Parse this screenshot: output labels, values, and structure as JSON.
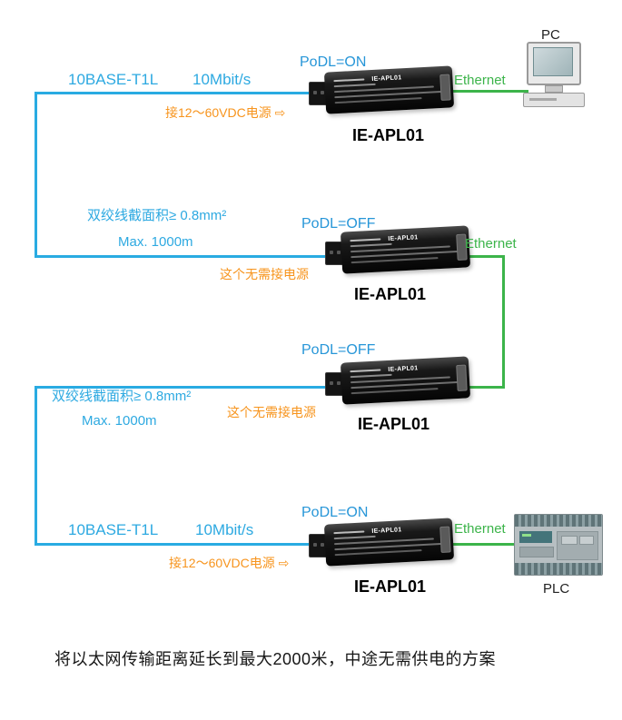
{
  "caption": "将以太网传输距离延长到最大2000米，中途无需供电的方案",
  "pc": {
    "label": "PC"
  },
  "plc": {
    "label": "PLC"
  },
  "colors": {
    "t1l_blue": "#29abe2",
    "ethernet_green": "#3cb44a",
    "power_orange": "#f7941d",
    "device_black": "#0a0a0a"
  },
  "links": {
    "top": {
      "bus": "10BASE-T1L",
      "speed": "10Mbit/s",
      "ethernet": "Ethernet"
    },
    "seg1": {
      "spec": "双绞线截面积≥ 0.8mm²",
      "max": "Max. 1000m"
    },
    "mid": {
      "ethernet": "Ethernet"
    },
    "seg2": {
      "spec": "双绞线截面积≥ 0.8mm²",
      "max": "Max. 1000m"
    },
    "bottom": {
      "bus": "10BASE-T1L",
      "speed": "10Mbit/s",
      "ethernet": "Ethernet"
    }
  },
  "devices": [
    {
      "model": "IE-APL01",
      "body_label": "IE-APL01",
      "podl": "PoDL=ON",
      "note": "接12～60VDC电源 ⇨"
    },
    {
      "model": "IE-APL01",
      "body_label": "IE-APL01",
      "podl": "PoDL=OFF",
      "note": "这个无需接电源"
    },
    {
      "model": "IE-APL01",
      "body_label": "IE-APL01",
      "podl": "PoDL=OFF",
      "note": "这个无需接电源"
    },
    {
      "model": "IE-APL01",
      "body_label": "IE-APL01",
      "podl": "PoDL=ON",
      "note": "接12～60VDC电源 ⇨"
    }
  ]
}
